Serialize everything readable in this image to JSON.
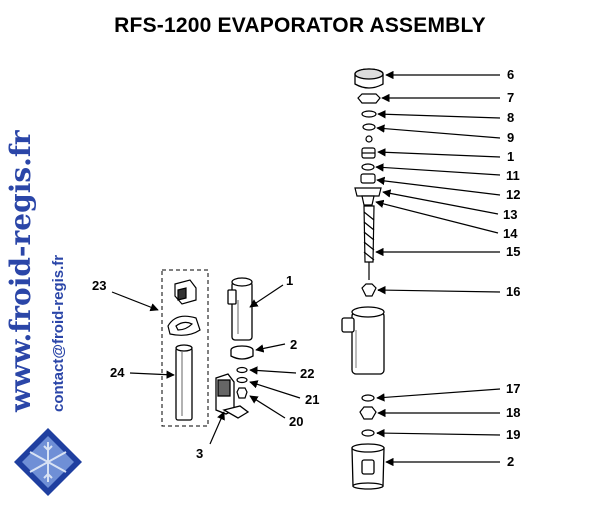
{
  "title": "RFS-1200 EVAPORATOR ASSEMBLY",
  "watermark": {
    "main": "www.froid-regis.fr",
    "sub": "contact@froid-regis.fr",
    "color": "#2b46a8"
  },
  "logo": {
    "name": "snowflake-logo",
    "colors": [
      "#1f3fa0",
      "#6f8fd6",
      "#d8e2f4"
    ]
  },
  "callouts": {
    "c6": "6",
    "c7": "7",
    "c8": "8",
    "c9": "9",
    "c1r": "1",
    "c11": "11",
    "c12": "12",
    "c13": "13",
    "c14": "14",
    "c15": "15",
    "c16": "16",
    "c17": "17",
    "c18": "18",
    "c19": "19",
    "c2r": "2",
    "c23": "23",
    "c24": "24",
    "c1l": "1",
    "c2l": "2",
    "c22": "22",
    "c21": "21",
    "c20": "20",
    "c3": "3"
  }
}
